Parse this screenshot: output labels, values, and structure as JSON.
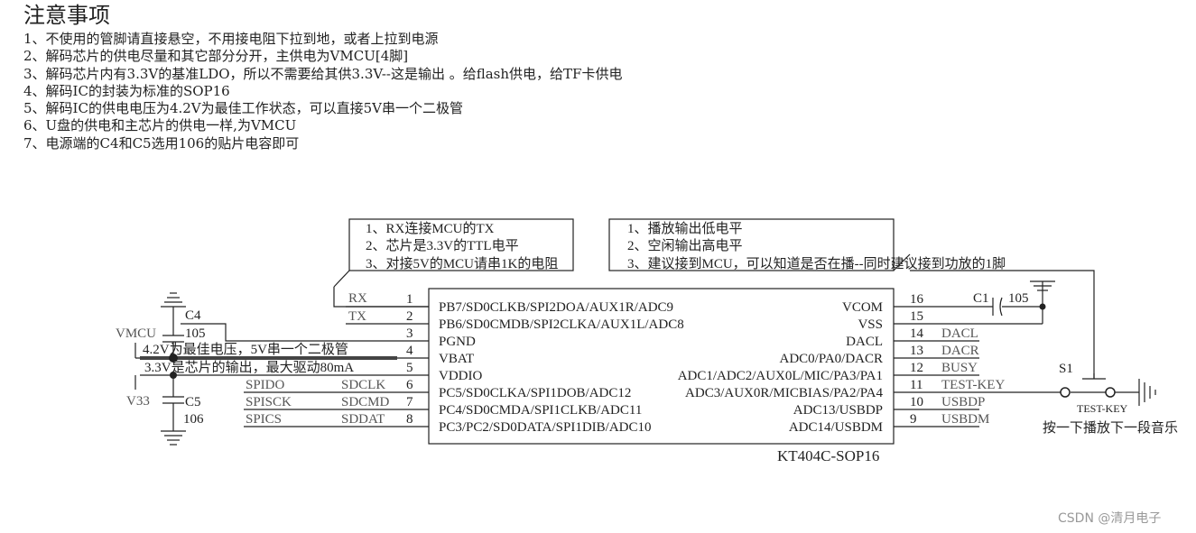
{
  "notes": {
    "title": "注意事项",
    "items": [
      "1、不使用的管脚请直接悬空，不用接电阻下拉到地，或者上拉到电源",
      "2、解码芯片的供电尽量和其它部分分开，主供电为VMCU[4脚]",
      "3、解码芯片内有3.3V的基准LDO，所以不需要给其供3.3V--这是输出 。给flash供电，给TF卡供电",
      "4、解码IC的封装为标准的SOP16",
      "5、解码IC的供电电压为4.2V为最佳工作状态，可以直接5V串一个二极管",
      "6、U盘的供电和主芯片的供电一样,为VMCU",
      "7、电源端的C4和C5选用106的贴片电容即可"
    ]
  },
  "callout_left": [
    "1、RX连接MCU的TX",
    "2、芯片是3.3V的TTL电平",
    "3、对接5V的MCU请串1K的电阻"
  ],
  "callout_right": [
    "1、播放输出低电平",
    "2、空闲输出高电平",
    "3、建议接到MCU，可以知道是否在播--同时建议接到功放的1脚"
  ],
  "chip": {
    "part_name": "KT404C-SOP16",
    "left_pins": [
      {
        "num": "1",
        "name": "PB7/SD0CLKB/SPI2DOA/AUX1R/ADC9",
        "net": "RX",
        "net2": ""
      },
      {
        "num": "2",
        "name": "PB6/SD0CMDB/SPI2CLKA/AUX1L/ADC8",
        "net": "TX",
        "net2": ""
      },
      {
        "num": "3",
        "name": "PGND",
        "net": "",
        "net2": ""
      },
      {
        "num": "4",
        "name": "VBAT",
        "net": "4.2V为最佳电压，5V串一个二极管",
        "net2": ""
      },
      {
        "num": "5",
        "name": "VDDIO",
        "net": "3.3V是芯片的输出，最大驱动80mA",
        "net2": ""
      },
      {
        "num": "6",
        "name": "PC5/SD0CLKA/SPI1DOB/ADC12",
        "net": "SPIDO",
        "net2": "SDCLK"
      },
      {
        "num": "7",
        "name": "PC4/SD0CMDA/SPI1CLKB/ADC11",
        "net": "SPISCK",
        "net2": "SDCMD"
      },
      {
        "num": "8",
        "name": "PC3/PC2/SD0DATA/SPI1DIB/ADC10",
        "net": "SPICS",
        "net2": "SDDAT"
      }
    ],
    "right_pins": [
      {
        "num": "16",
        "name": "VCOM",
        "net": ""
      },
      {
        "num": "15",
        "name": "VSS",
        "net": ""
      },
      {
        "num": "14",
        "name": "DACL",
        "net": "DACL"
      },
      {
        "num": "13",
        "name": "ADC0/PA0/DACR",
        "net": "DACR"
      },
      {
        "num": "12",
        "name": "ADC1/ADC2/AUX0L/MIC/PA3/PA1",
        "net": "BUSY"
      },
      {
        "num": "11",
        "name": "ADC3/AUX0R/MICBIAS/PA2/PA4",
        "net": "TEST-KEY"
      },
      {
        "num": "10",
        "name": "ADC13/USBDP",
        "net": "USBDP"
      },
      {
        "num": "9",
        "name": "ADC14/USBDM",
        "net": "USBDM"
      }
    ]
  },
  "components": {
    "c4_name": "C4",
    "c4_value": "105",
    "c5_name": "C5",
    "c5_value": "106",
    "c1_name": "C1",
    "c1_value": "105",
    "vmcu_label": "VMCU",
    "v33_label": "V33",
    "switch_name": "S1",
    "switch_label": "TEST-KEY",
    "switch_desc": "按一下播放下一段音乐"
  },
  "watermark": "CSDN @清月电子"
}
